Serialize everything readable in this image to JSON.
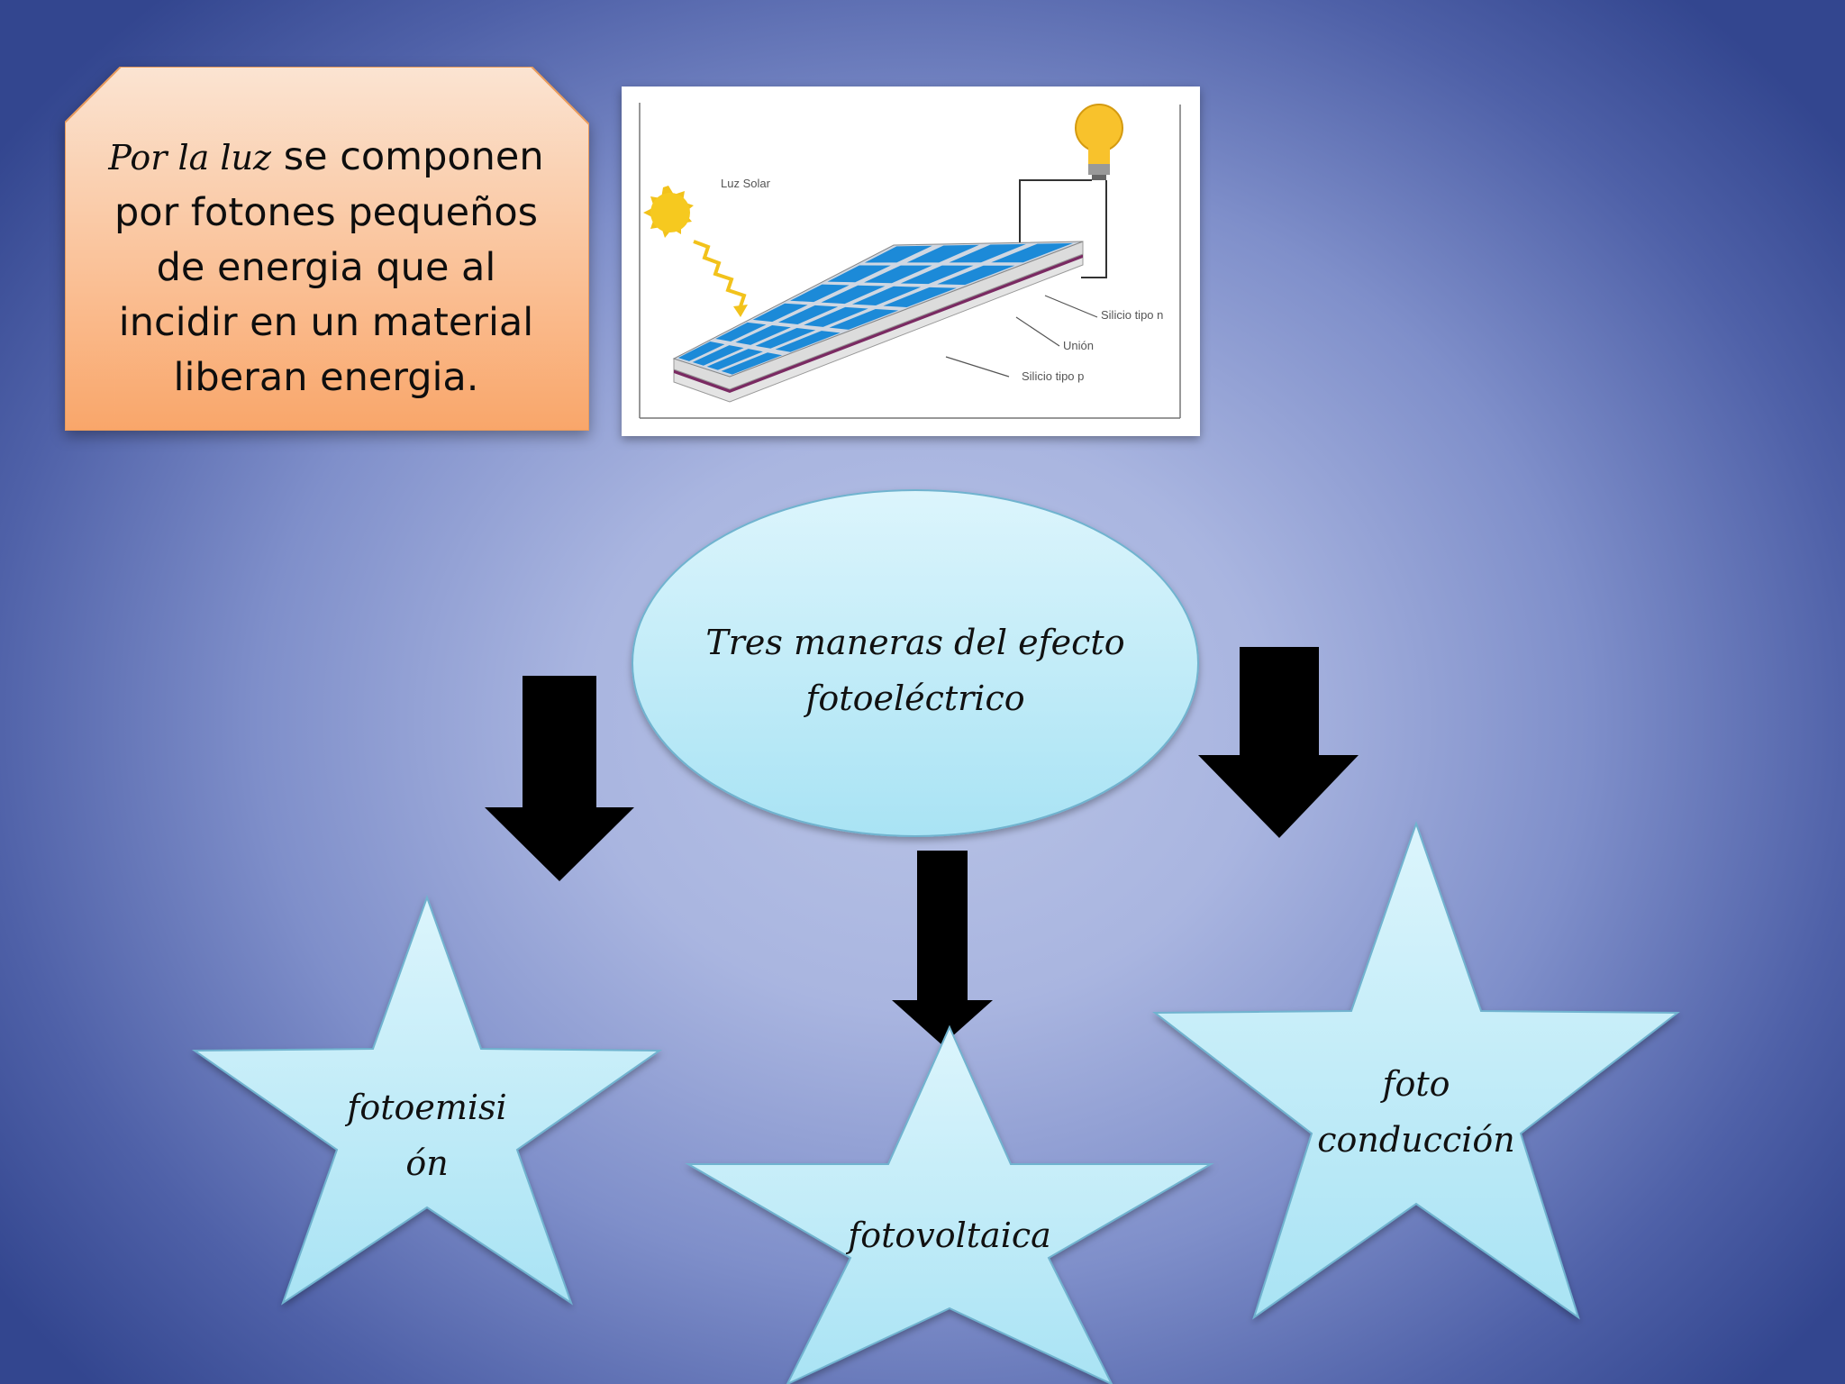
{
  "callout": {
    "lead_italic": "Por la luz",
    "body": " se componen por fotones pequeños de energia que al incidir en un material liberan energia."
  },
  "illustration": {
    "label_sun": "Luz Solar",
    "label_n": "Silicio tipo n",
    "label_junction": "Unión",
    "label_p": "Silicio tipo p"
  },
  "center_node": {
    "line1": "Tres maneras del efecto",
    "line2": "fotoeléctrico"
  },
  "stars": [
    {
      "line1": "fotoemisi",
      "line2": "ón"
    },
    {
      "line1": "fotovoltaica"
    },
    {
      "line1": "foto",
      "line2": "conducción"
    }
  ],
  "colors": {
    "callout_fill_top": "#fbe4d2",
    "callout_fill_bottom": "#f9a86b",
    "node_fill_top": "#d6f3fb",
    "node_fill_bottom": "#a9e3f4",
    "arrow": "#000000",
    "panel_cell": "#1c8ad8"
  }
}
